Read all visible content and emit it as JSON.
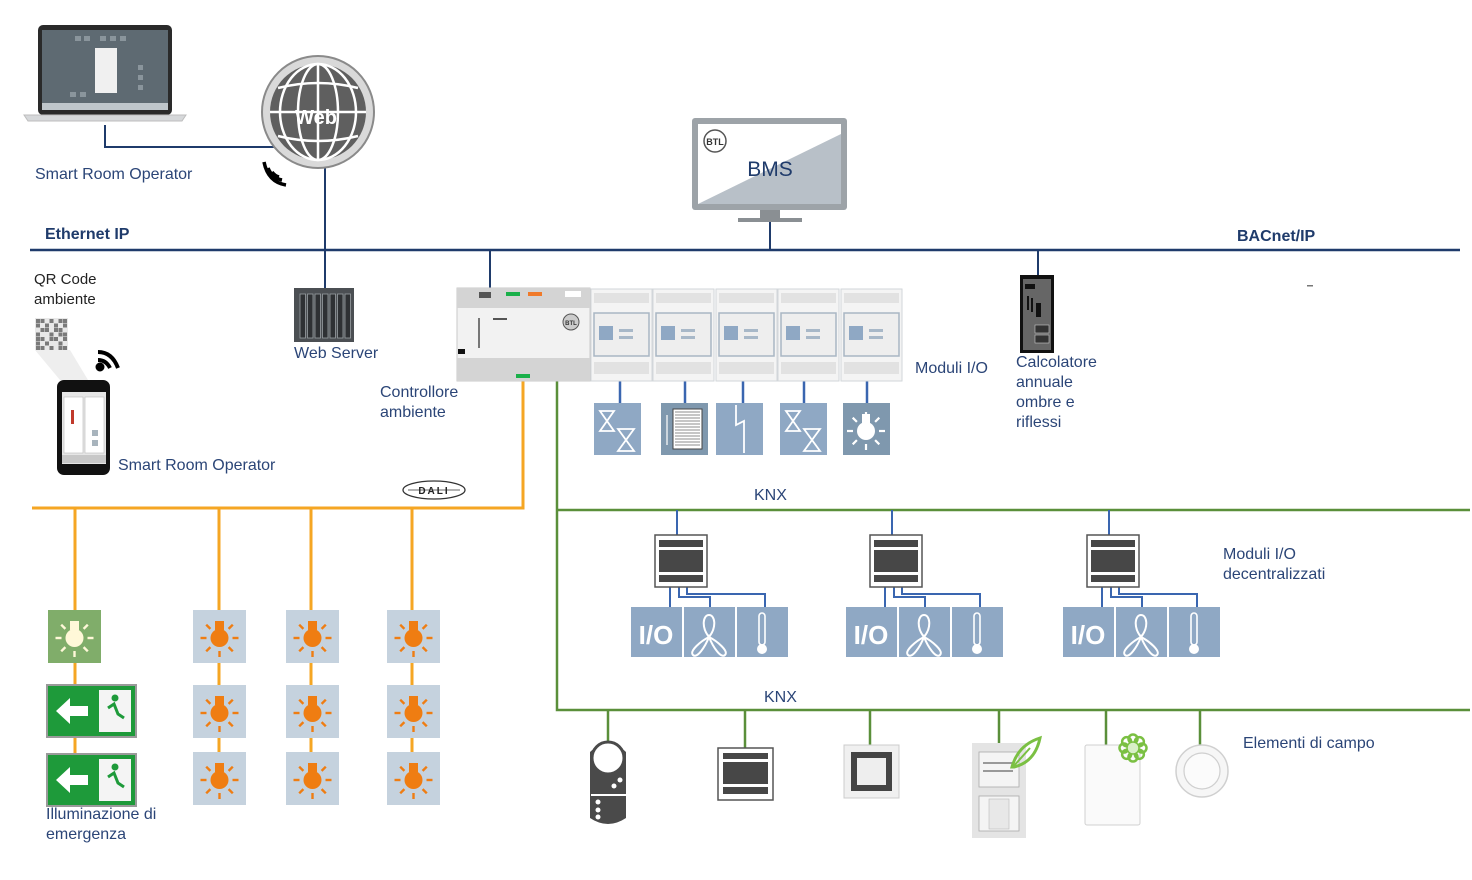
{
  "colors": {
    "ethernet_line": "#1f3b6b",
    "dali_line": "#f5a623",
    "knx_line": "#5a8f3a",
    "stub_line": "#3a66b0",
    "io_tile": "#8fa8c4",
    "lamp_tile": "#c5d2de",
    "lamp_orange": "#ef7d12",
    "emergency_green": "#1e9a3a",
    "device_dark": "#4a4a4a",
    "leaf_green": "#7bc043"
  },
  "networks": {
    "ethernet": "Ethernet IP",
    "bacnet": "BACnet/IP",
    "knx_top": "KNX",
    "knx_bottom": "KNX",
    "dali_badge": "DALI"
  },
  "devices": {
    "laptop_label": "Smart Room Operator",
    "web_globe_label": "Web",
    "bms_label": "BMS",
    "bms_logo": "BTL",
    "web_server_label": "Web Server",
    "qr_label": "QR Code\nambiente",
    "phone_label": "Smart Room Operator",
    "controller_label": "Controllore\nambiente",
    "io_modules_label": "Moduli I/O",
    "calculator_label": "Calcolatore\nannuale\nombre e\nriflessi",
    "decentral_label": "Moduli I/O\ndecentralizzati",
    "field_label": "Elementi di campo",
    "emergency_label": "Illuminazione di\nemergenza"
  },
  "controller_modules": [
    {
      "name": "valve-module",
      "actuator": "valve-icon"
    },
    {
      "name": "blind-module",
      "actuator": "blind-icon"
    },
    {
      "name": "switch-module",
      "actuator": "switch-icon"
    },
    {
      "name": "valve-module-2",
      "actuator": "valve-icon"
    },
    {
      "name": "light-module",
      "actuator": "light-icon"
    }
  ],
  "decentral_groups": [
    {
      "tiles": [
        "I/O",
        "fan-icon",
        "thermometer-icon"
      ]
    },
    {
      "tiles": [
        "I/O",
        "fan-icon",
        "thermometer-icon"
      ]
    },
    {
      "tiles": [
        "I/O",
        "fan-icon",
        "thermometer-icon"
      ]
    }
  ],
  "io_tile_text": "I/O",
  "dali_columns": [
    {
      "type": "emergency",
      "items": [
        "emergency-light",
        "exit-sign",
        "exit-sign"
      ]
    },
    {
      "type": "lamp",
      "items": [
        "lamp",
        "lamp",
        "lamp"
      ]
    },
    {
      "type": "lamp",
      "items": [
        "lamp",
        "lamp",
        "lamp"
      ]
    },
    {
      "type": "lamp",
      "items": [
        "lamp",
        "lamp",
        "lamp"
      ]
    }
  ],
  "field_elements": [
    "presence-detector",
    "knx-panel",
    "push-button",
    "room-thermostat",
    "air-quality-sensor",
    "ceiling-sensor"
  ]
}
